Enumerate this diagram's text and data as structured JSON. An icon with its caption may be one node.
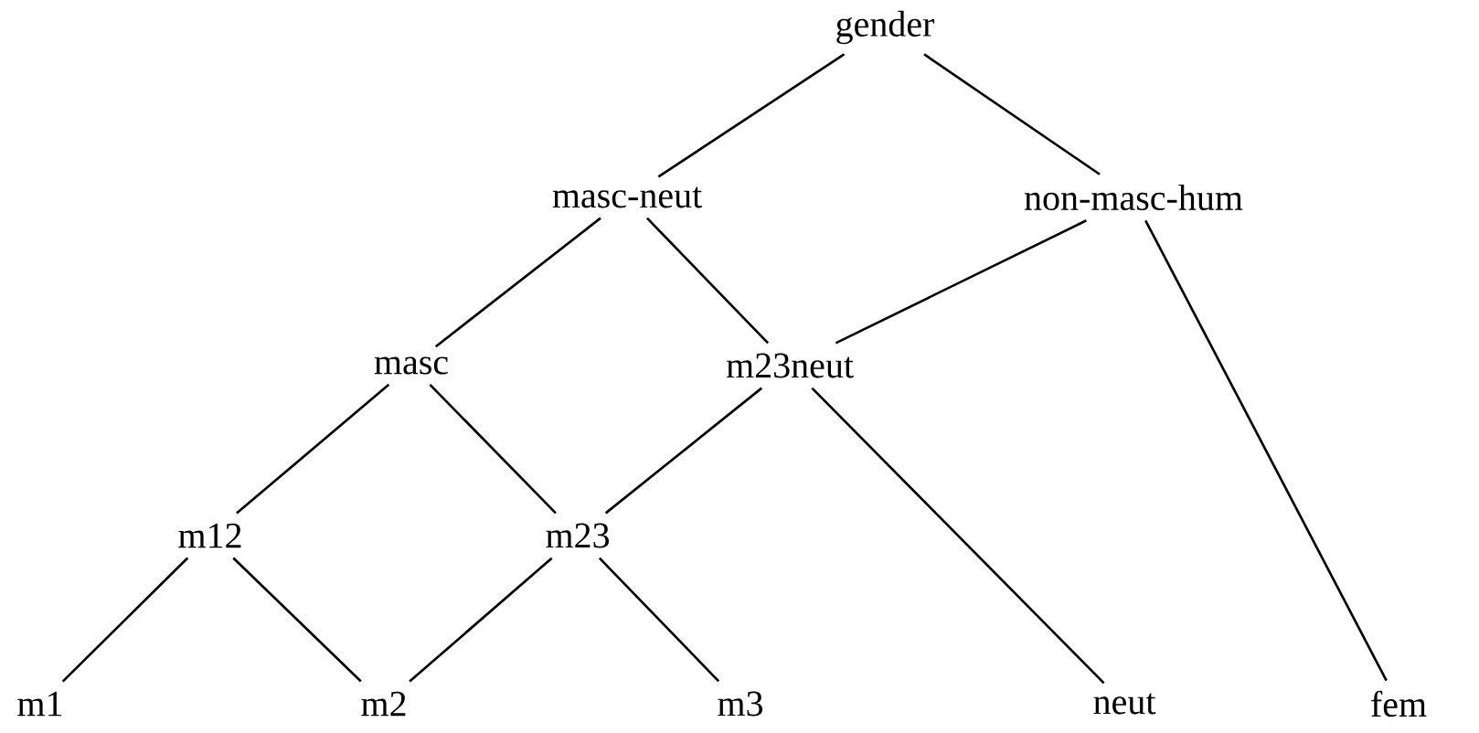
{
  "diagram": {
    "nodes": [
      {
        "text": [
          "gender"
        ]
      },
      {
        "text": [
          "masc-neut"
        ]
      },
      {
        "text": [
          "non-masc-hum"
        ]
      },
      {
        "text": [
          "masc"
        ]
      },
      {
        "text": [
          "m23neut"
        ]
      },
      {
        "text": [
          "m12"
        ]
      },
      {
        "text": [
          "m23"
        ]
      },
      {
        "text": [
          "m1"
        ]
      },
      {
        "text": [
          "m2"
        ]
      },
      {
        "text": [
          "m3"
        ]
      },
      {
        "text": [
          "neut"
        ]
      },
      {
        "text": [
          "fem"
        ]
      }
    ],
    "edges": [
      {
        "from": 0,
        "to": 1,
        "arrow": "none"
      },
      {
        "from": 0,
        "to": 2,
        "arrow": "none"
      },
      {
        "from": 1,
        "to": 3,
        "arrow": "none"
      },
      {
        "from": 1,
        "to": 4,
        "arrow": "none"
      },
      {
        "from": 2,
        "to": 4,
        "arrow": "none"
      },
      {
        "from": 2,
        "to": 11,
        "arrow": "none"
      },
      {
        "from": 3,
        "to": 5,
        "arrow": "none"
      },
      {
        "from": 3,
        "to": 6,
        "arrow": "none"
      },
      {
        "from": 4,
        "to": 6,
        "arrow": "none"
      },
      {
        "from": 4,
        "to": 10,
        "arrow": "none"
      },
      {
        "from": 5,
        "to": 7,
        "arrow": "none"
      },
      {
        "from": 5,
        "to": 8,
        "arrow": "none"
      },
      {
        "from": 6,
        "to": 8,
        "arrow": "none"
      },
      {
        "from": 6,
        "to": 9,
        "arrow": "none"
      }
    ]
  }
}
